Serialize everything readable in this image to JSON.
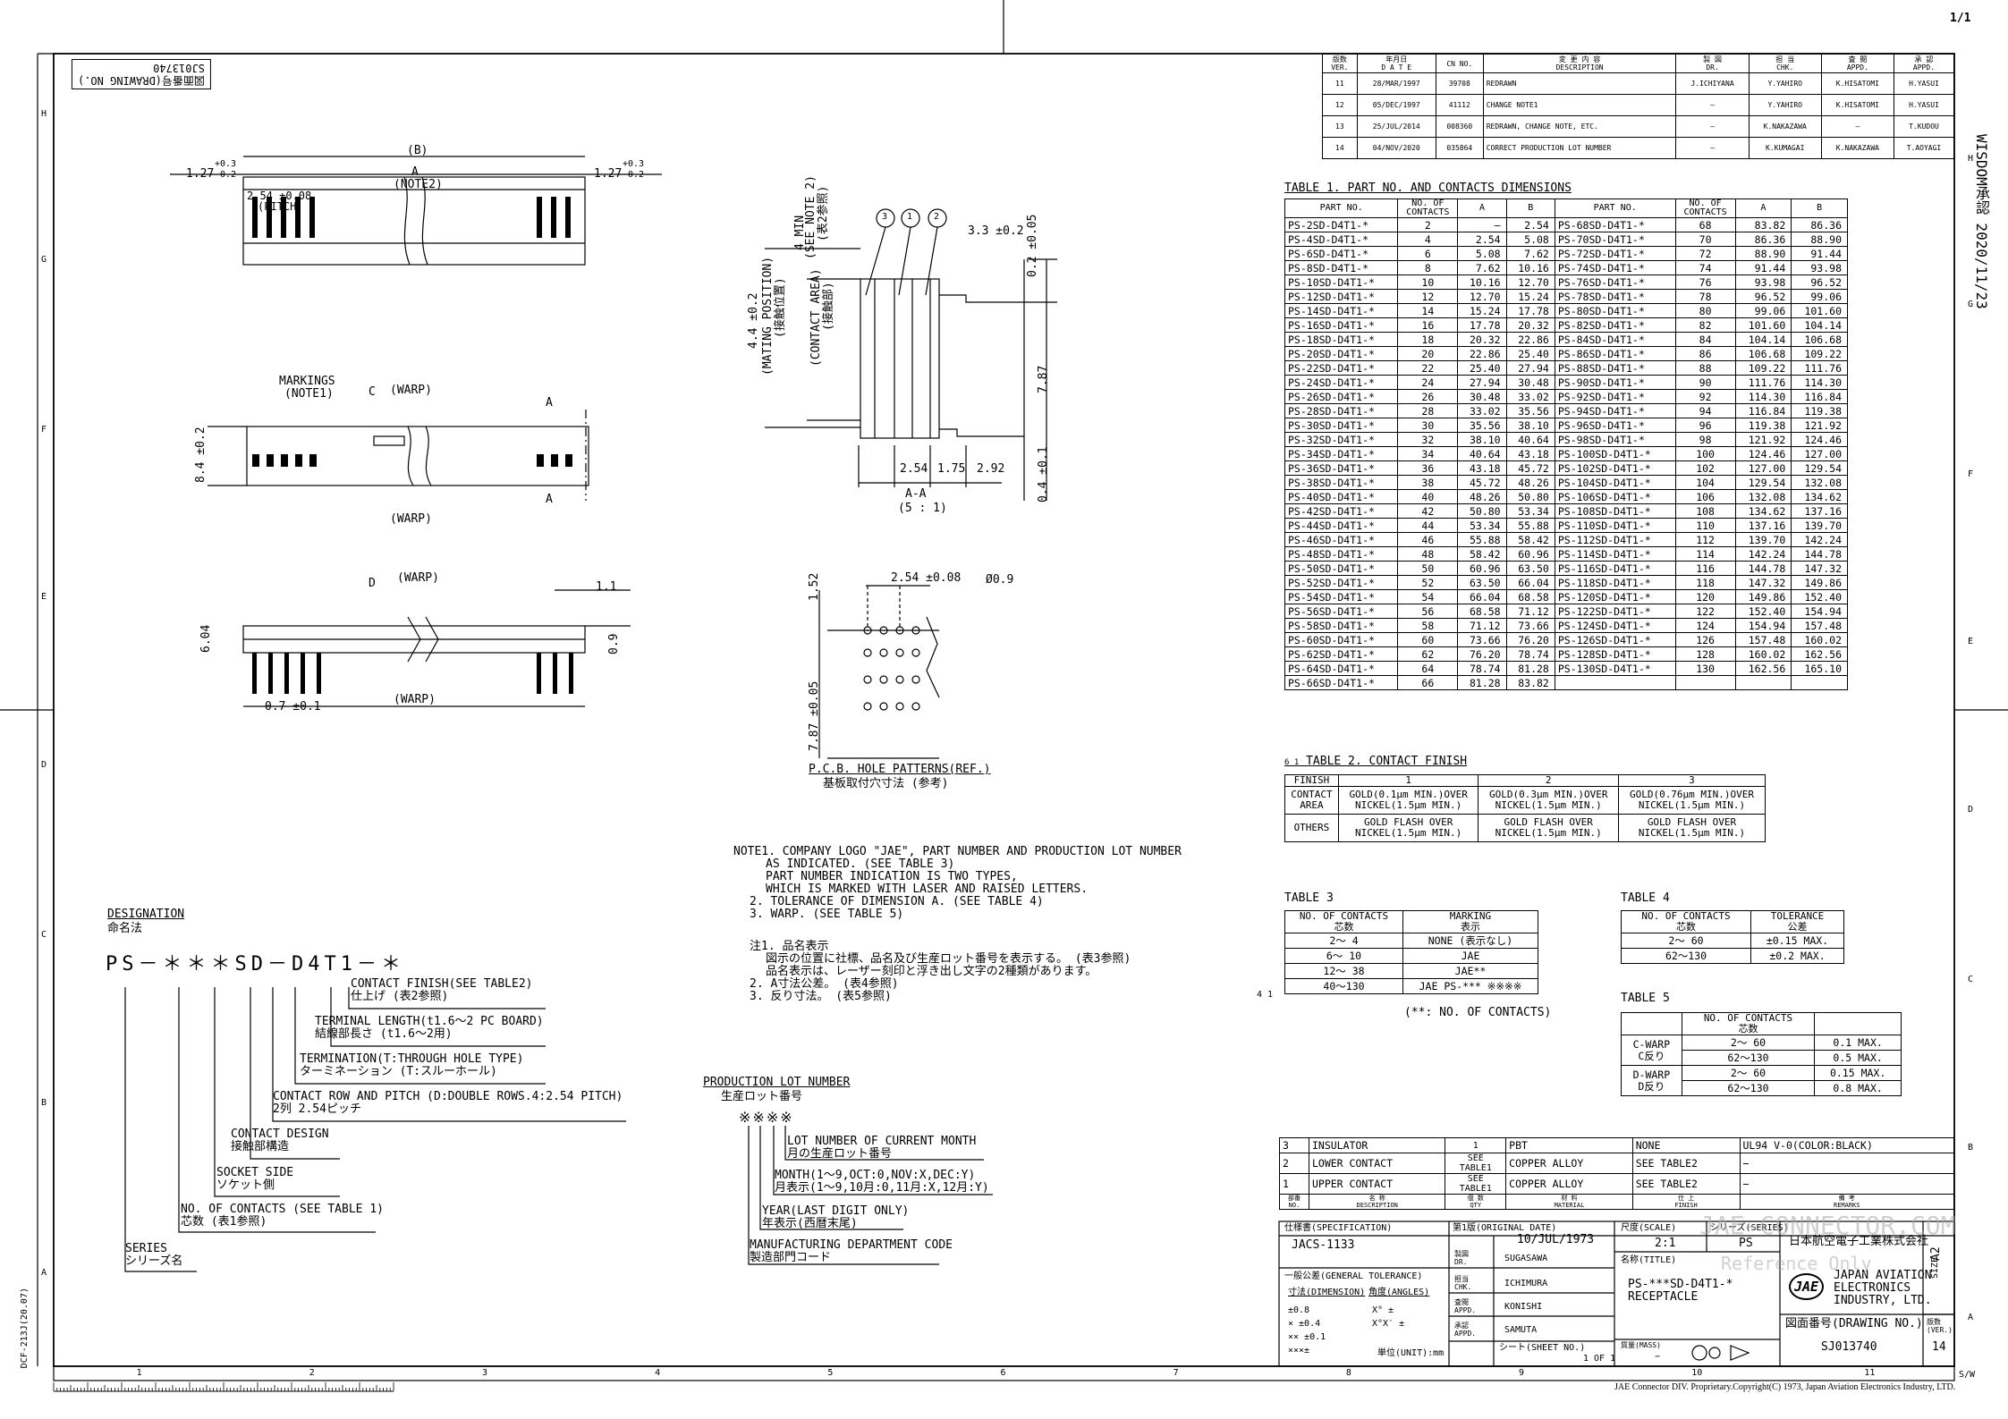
{
  "sheet": {
    "page_count": "1/1",
    "approval_stamp": "WISDOM承認  2020/11/23",
    "drawing_no_label": "図面番号(DRAWING NO.)",
    "drawing_no_value": "SJ013740",
    "form_code": "DCF-213J(20.07)",
    "footer_copyright": "JAE Connector DIV. Proprietary.Copyright(C) 1973, Japan Aviation Electronics Industry, LTD.",
    "row_letters": [
      "H",
      "G",
      "F",
      "E",
      "D",
      "C",
      "B",
      "A"
    ],
    "col_numbers": [
      "1",
      "2",
      "3",
      "4",
      "5",
      "6",
      "7",
      "8",
      "9",
      "10",
      "11"
    ],
    "scale_corner": "S/W",
    "watermark": "JAE-CONNECTOR.COM",
    "watermark_sub": "Reference Only"
  },
  "revisions": {
    "headers": [
      "版数\nVER.",
      "年月日\nD A T E",
      "CN NO.",
      "変 更 内 容\nDESCRIPTION",
      "製 図\nDR.",
      "担 当\nCHK.",
      "査 閲\nAPPD.",
      "承 認\nAPPD."
    ],
    "rows": [
      [
        "11",
        "28/MAR/1997",
        "39708",
        "REDRAWN",
        "J.ICHIYANA",
        "Y.YAHIRO",
        "K.HISATOMI",
        "H.YASUI"
      ],
      [
        "12",
        "05/DEC/1997",
        "41112",
        "CHANGE NOTE1",
        "—",
        "Y.YAHIRO",
        "K.HISATOMI",
        "H.YASUI"
      ],
      [
        "13",
        "25/JUL/2014",
        "008360",
        "REDRAWN, CHANGE NOTE, ETC.",
        "—",
        "K.NAKAZAWA",
        "—",
        "T.KUDOU"
      ],
      [
        "14",
        "04/NOV/2020",
        "035864",
        "CORRECT PRODUCTION LOT NUMBER",
        "—",
        "K.KUMAGAI",
        "K.NAKAZAWA",
        "T.AOYAGI"
      ]
    ]
  },
  "table1": {
    "title": "TABLE 1. PART NO. AND CONTACTS DIMENSIONS",
    "headers": [
      "PART NO.",
      "NO. OF\nCONTACTS",
      "A",
      "B",
      "PART NO.",
      "NO. OF\nCONTACTS",
      "A",
      "B"
    ],
    "rows": [
      [
        "PS-2SD-D4T1-*",
        "2",
        "—",
        "2.54",
        "PS-68SD-D4T1-*",
        "68",
        "83.82",
        "86.36"
      ],
      [
        "PS-4SD-D4T1-*",
        "4",
        "2.54",
        "5.08",
        "PS-70SD-D4T1-*",
        "70",
        "86.36",
        "88.90"
      ],
      [
        "PS-6SD-D4T1-*",
        "6",
        "5.08",
        "7.62",
        "PS-72SD-D4T1-*",
        "72",
        "88.90",
        "91.44"
      ],
      [
        "PS-8SD-D4T1-*",
        "8",
        "7.62",
        "10.16",
        "PS-74SD-D4T1-*",
        "74",
        "91.44",
        "93.98"
      ],
      [
        "PS-10SD-D4T1-*",
        "10",
        "10.16",
        "12.70",
        "PS-76SD-D4T1-*",
        "76",
        "93.98",
        "96.52"
      ],
      [
        "PS-12SD-D4T1-*",
        "12",
        "12.70",
        "15.24",
        "PS-78SD-D4T1-*",
        "78",
        "96.52",
        "99.06"
      ],
      [
        "PS-14SD-D4T1-*",
        "14",
        "15.24",
        "17.78",
        "PS-80SD-D4T1-*",
        "80",
        "99.06",
        "101.60"
      ],
      [
        "PS-16SD-D4T1-*",
        "16",
        "17.78",
        "20.32",
        "PS-82SD-D4T1-*",
        "82",
        "101.60",
        "104.14"
      ],
      [
        "PS-18SD-D4T1-*",
        "18",
        "20.32",
        "22.86",
        "PS-84SD-D4T1-*",
        "84",
        "104.14",
        "106.68"
      ],
      [
        "PS-20SD-D4T1-*",
        "20",
        "22.86",
        "25.40",
        "PS-86SD-D4T1-*",
        "86",
        "106.68",
        "109.22"
      ],
      [
        "PS-22SD-D4T1-*",
        "22",
        "25.40",
        "27.94",
        "PS-88SD-D4T1-*",
        "88",
        "109.22",
        "111.76"
      ],
      [
        "PS-24SD-D4T1-*",
        "24",
        "27.94",
        "30.48",
        "PS-90SD-D4T1-*",
        "90",
        "111.76",
        "114.30"
      ],
      [
        "PS-26SD-D4T1-*",
        "26",
        "30.48",
        "33.02",
        "PS-92SD-D4T1-*",
        "92",
        "114.30",
        "116.84"
      ],
      [
        "PS-28SD-D4T1-*",
        "28",
        "33.02",
        "35.56",
        "PS-94SD-D4T1-*",
        "94",
        "116.84",
        "119.38"
      ],
      [
        "PS-30SD-D4T1-*",
        "30",
        "35.56",
        "38.10",
        "PS-96SD-D4T1-*",
        "96",
        "119.38",
        "121.92"
      ],
      [
        "PS-32SD-D4T1-*",
        "32",
        "38.10",
        "40.64",
        "PS-98SD-D4T1-*",
        "98",
        "121.92",
        "124.46"
      ],
      [
        "PS-34SD-D4T1-*",
        "34",
        "40.64",
        "43.18",
        "PS-100SD-D4T1-*",
        "100",
        "124.46",
        "127.00"
      ],
      [
        "PS-36SD-D4T1-*",
        "36",
        "43.18",
        "45.72",
        "PS-102SD-D4T1-*",
        "102",
        "127.00",
        "129.54"
      ],
      [
        "PS-38SD-D4T1-*",
        "38",
        "45.72",
        "48.26",
        "PS-104SD-D4T1-*",
        "104",
        "129.54",
        "132.08"
      ],
      [
        "PS-40SD-D4T1-*",
        "40",
        "48.26",
        "50.80",
        "PS-106SD-D4T1-*",
        "106",
        "132.08",
        "134.62"
      ],
      [
        "PS-42SD-D4T1-*",
        "42",
        "50.80",
        "53.34",
        "PS-108SD-D4T1-*",
        "108",
        "134.62",
        "137.16"
      ],
      [
        "PS-44SD-D4T1-*",
        "44",
        "53.34",
        "55.88",
        "PS-110SD-D4T1-*",
        "110",
        "137.16",
        "139.70"
      ],
      [
        "PS-46SD-D4T1-*",
        "46",
        "55.88",
        "58.42",
        "PS-112SD-D4T1-*",
        "112",
        "139.70",
        "142.24"
      ],
      [
        "PS-48SD-D4T1-*",
        "48",
        "58.42",
        "60.96",
        "PS-114SD-D4T1-*",
        "114",
        "142.24",
        "144.78"
      ],
      [
        "PS-50SD-D4T1-*",
        "50",
        "60.96",
        "63.50",
        "PS-116SD-D4T1-*",
        "116",
        "144.78",
        "147.32"
      ],
      [
        "PS-52SD-D4T1-*",
        "52",
        "63.50",
        "66.04",
        "PS-118SD-D4T1-*",
        "118",
        "147.32",
        "149.86"
      ],
      [
        "PS-54SD-D4T1-*",
        "54",
        "66.04",
        "68.58",
        "PS-120SD-D4T1-*",
        "120",
        "149.86",
        "152.40"
      ],
      [
        "PS-56SD-D4T1-*",
        "56",
        "68.58",
        "71.12",
        "PS-122SD-D4T1-*",
        "122",
        "152.40",
        "154.94"
      ],
      [
        "PS-58SD-D4T1-*",
        "58",
        "71.12",
        "73.66",
        "PS-124SD-D4T1-*",
        "124",
        "154.94",
        "157.48"
      ],
      [
        "PS-60SD-D4T1-*",
        "60",
        "73.66",
        "76.20",
        "PS-126SD-D4T1-*",
        "126",
        "157.48",
        "160.02"
      ],
      [
        "PS-62SD-D4T1-*",
        "62",
        "76.20",
        "78.74",
        "PS-128SD-D4T1-*",
        "128",
        "160.02",
        "162.56"
      ],
      [
        "PS-64SD-D4T1-*",
        "64",
        "78.74",
        "81.28",
        "PS-130SD-D4T1-*",
        "130",
        "162.56",
        "165.10"
      ],
      [
        "PS-66SD-D4T1-*",
        "66",
        "81.28",
        "83.82",
        "",
        "",
        "",
        ""
      ]
    ]
  },
  "table2": {
    "title": "TABLE 2. CONTACT FINISH",
    "marks": "6  1",
    "header": [
      "FINISH",
      "1",
      "2",
      "3"
    ],
    "rows": [
      [
        "CONTACT\nAREA",
        "GOLD(0.1μm MIN.)OVER\nNICKEL(1.5μm MIN.)",
        "GOLD(0.3μm MIN.)OVER\nNICKEL(1.5μm MIN.)",
        "GOLD(0.76μm MIN.)OVER\nNICKEL(1.5μm MIN.)"
      ],
      [
        "OTHERS",
        "GOLD FLASH OVER\nNICKEL(1.5μm MIN.)",
        "GOLD FLASH OVER\nNICKEL(1.5μm MIN.)",
        "GOLD FLASH OVER\nNICKEL(1.5μm MIN.)"
      ]
    ]
  },
  "table3": {
    "title": "TABLE 3",
    "headers": [
      "NO. OF CONTACTS\n芯数",
      "MARKING\n表示"
    ],
    "rows": [
      [
        "2～ 4",
        "NONE (表示なし)"
      ],
      [
        "6～ 10",
        "JAE"
      ],
      [
        "12～ 38",
        "JAE**"
      ],
      [
        "40～130",
        "JAE PS-*** ※※※※"
      ]
    ],
    "note": "(**: NO. OF CONTACTS)",
    "row_marks": "4 1"
  },
  "table4": {
    "title": "TABLE 4",
    "headers": [
      "NO. OF CONTACTS\n芯数",
      "TOLERANCE\n公差"
    ],
    "rows": [
      [
        "2～ 60",
        "±0.15 MAX."
      ],
      [
        "62～130",
        "±0.2  MAX."
      ]
    ]
  },
  "table5": {
    "title": "TABLE 5",
    "headers": [
      "",
      "NO. OF CONTACTS\n芯数",
      ""
    ],
    "groups": [
      {
        "name": "C-WARP\nC反り",
        "rows": [
          [
            "2～ 60",
            "0.1  MAX."
          ],
          [
            "62～130",
            "0.5  MAX."
          ]
        ]
      },
      {
        "name": "D-WARP\nD反り",
        "rows": [
          [
            "2～ 60",
            "0.15 MAX."
          ],
          [
            "62～130",
            "0.8  MAX."
          ]
        ]
      }
    ]
  },
  "notes": {
    "lines": [
      "NOTE1. COMPANY LOGO \"JAE\", PART NUMBER AND PRODUCTION LOT NUMBER",
      "AS INDICATED.  (SEE TABLE 3)",
      "PART NUMBER INDICATION IS TWO TYPES,",
      "WHICH IS MARKED WITH LASER AND RAISED LETTERS.",
      "2. TOLERANCE OF DIMENSION A.  (SEE TABLE 4)",
      "3. WARP.  (SEE TABLE 5)",
      "注1. 品名表示",
      "図示の位置に社標、品名及び生産ロット番号を表示する。 (表3参照)",
      "品名表示は、レーザー刻印と浮き出し文字の2種類があります。",
      "2. A寸法公差。 (表4参照)",
      "3. 反り寸法。 (表5参照)"
    ]
  },
  "designation": {
    "title": "DESIGNATION",
    "title_jp": "命名法",
    "code": "PS－＊＊＊SD－D4T1－＊",
    "items": [
      [
        "CONTACT FINISH(SEE TABLE2)",
        "仕上げ (表2参照)"
      ],
      [
        "TERMINAL LENGTH(t1.6～2 PC BOARD)",
        "結線部長さ (t1.6～2用)"
      ],
      [
        "TERMINATION(T:THROUGH HOLE TYPE)",
        "ターミネーション (T:スルーホール)"
      ],
      [
        "CONTACT ROW AND PITCH (D:DOUBLE ROWS.4:2.54 PITCH)",
        "2列  2.54ピッチ"
      ],
      [
        "CONTACT DESIGN",
        "接触部構造"
      ],
      [
        "SOCKET SIDE",
        "ソケット側"
      ],
      [
        "NO. OF CONTACTS (SEE TABLE 1)",
        "芯数 (表1参照)"
      ],
      [
        "SERIES",
        "シリーズ名"
      ]
    ]
  },
  "lot": {
    "title": "PRODUCTION LOT NUMBER",
    "title_jp": "生産ロット番号",
    "code": "※※※※",
    "items": [
      [
        "LOT NUMBER OF CURRENT MONTH",
        "月の生産ロット番号"
      ],
      [
        "MONTH(1～9,OCT:0,NOV:X,DEC:Y)",
        "月表示(1～9,10月:0,11月:X,12月:Y)"
      ],
      [
        "YEAR(LAST DIGIT ONLY)",
        "年表示(西暦末尾)"
      ],
      [
        "MANUFACTURING DEPARTMENT CODE",
        "製造部門コード"
      ]
    ]
  },
  "views": {
    "top": {
      "b": "(B)",
      "a": "A",
      "note2": "(NOTE2)",
      "pitch": "2.54 ±0.08",
      "pitch_label": "(PITCH)",
      "end_left": "1.27",
      "end_right": "1.27",
      "tol_up": "+0.3",
      "tol_dn": "-0.2"
    },
    "front": {
      "markings": "MARKINGS",
      "note1": "(NOTE1)",
      "c": "C",
      "warp": "(WARP)",
      "a": "A",
      "height": "8.4 ±0.2"
    },
    "bottom": {
      "d": "D",
      "warp": "(WARP)",
      "dim1": "6.04",
      "dim2": "0.7 ±0.1",
      "dim3": "1.1",
      "dim4": "0.9"
    },
    "section": {
      "title": "A-A",
      "scale": "(5 : 1)",
      "d1": "3.3 ±0.2",
      "d2": "0.2 ±0.05",
      "d3": "7.87",
      "d4": "0.4 ±0.1",
      "d5": "2.54",
      "d6": "1.75",
      "d7": "2.92",
      "d8": "4.4 ±0.2",
      "mating": "(MATING POSITION)",
      "mating_jp": "(接触位置)",
      "contact": "(CONTACT AREA)",
      "contact_jp": "(接触部)",
      "min": "4 MIN",
      "see_note": "(SEE NOTE 2)",
      "see_note_jp": "(表2参照)",
      "balloons": [
        "3",
        "1",
        "2"
      ]
    },
    "pcb": {
      "title": "P.C.B. HOLE PATTERNS(REF.)",
      "title_jp": "基板取付穴寸法 (参考)",
      "pitch": "2.54 ±0.08",
      "hole": "Ø0.9",
      "d1": "1.52",
      "d2": "7.87 ±0.05"
    }
  },
  "bom": {
    "rows": [
      [
        "3",
        "INSULATOR",
        "1",
        "PBT",
        "NONE",
        "UL94 V-0(COLOR:BLACK)"
      ],
      [
        "2",
        "LOWER CONTACT",
        "SEE\nTABLE1",
        "COPPER ALLOY",
        "SEE TABLE2",
        "−"
      ],
      [
        "1",
        "UPPER CONTACT",
        "SEE\nTABLE1",
        "COPPER ALLOY",
        "SEE TABLE2",
        "−"
      ]
    ],
    "headers": [
      "部番\nNO.",
      "名  称\nDESCRIPTION",
      "個 数\nQTY",
      "材  料\nMATERIAL",
      "仕  上\nFINISH",
      "備  考\nREMARKS"
    ]
  },
  "title_block": {
    "spec_label": "仕様書(SPECIFICATION)",
    "spec": "JACS-1133",
    "orig_label": "第1版(ORIGINAL DATE)",
    "orig": "10/JUL/1973",
    "scale_label": "尺度(SCALE)",
    "scale": "2:1",
    "series_label": "シリーズ(SERIES)",
    "series": "PS",
    "company_jp": "日本航空電子工業株式会社",
    "company_en": "JAPAN AVIATION\nELECTRONICS\nINDUSTRY, LTD.",
    "logo": "JAE",
    "dr_label": "製図\nDR.",
    "dr": "SUGASAWA",
    "chk_label": "担当\nCHK.",
    "chk": "ICHIMURA",
    "appd1_label": "査閲\nAPPD.",
    "appd1": "KONISHI",
    "appd2_label": "承認\nAPPD.",
    "appd2": "SAMUTA",
    "title_label": "名称(TITLE)",
    "title": "PS-***SD-D4T1-*\nRECEPTACLE",
    "gen_tol_label": "一般公差(GENERAL TOLERANCE)",
    "dim_label": "寸法(DIMENSION)",
    "ang_label": "角度(ANGLES)",
    "tol_rows": [
      [
        "±0.8",
        "X°  ±"
      ],
      [
        "×    ±0.4",
        "X°X′ ±"
      ],
      [
        "××  ±0.1",
        ""
      ],
      [
        "×××±",
        ""
      ]
    ],
    "unit": "単位(UNIT):mm",
    "sheet_label": "シート(SHEET NO.)",
    "sheet": "1 OF 1",
    "mass_label": "質量(MASS)",
    "mass": "−",
    "drawing_no_label": "図面番号(DRAWING NO.)",
    "drawing_no": "SJ013740",
    "size_label": "SIZE",
    "size": "A2",
    "ver_label": "版数\n(VER.)",
    "ver": "14"
  }
}
